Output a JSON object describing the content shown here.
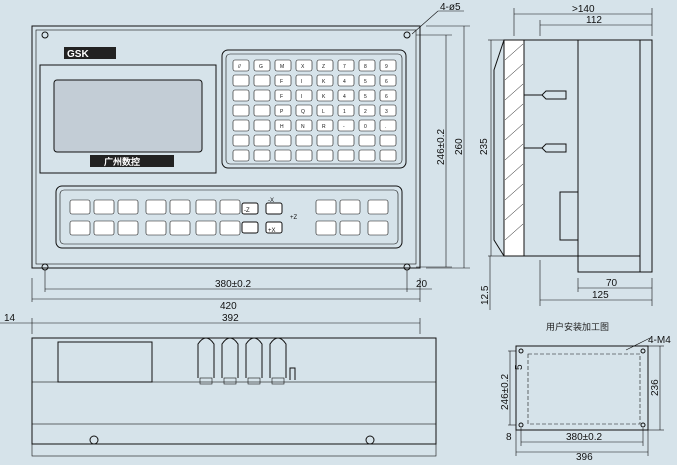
{
  "front_panel": {
    "logo": "GSK",
    "logo_sub": "GSK",
    "brand_cn": "广州数控",
    "hole_label": "4-ø5",
    "keypad_keys": [
      [
        "//",
        "G",
        "M",
        "X",
        "Z",
        "7",
        "8",
        "9"
      ],
      [
        "",
        "",
        "F",
        "I",
        "K",
        "4",
        "5",
        "6"
      ],
      [
        "",
        "",
        "F",
        "I",
        "K",
        "4",
        "5",
        "6"
      ],
      [
        "",
        "",
        "P",
        "Q",
        "L",
        "1",
        "2",
        "3"
      ],
      [
        "",
        "",
        "H",
        "N",
        "R",
        "-",
        "0",
        "."
      ],
      [
        "",
        "",
        "",
        "",
        "",
        "",
        "",
        ""
      ],
      [
        "",
        "",
        "",
        "",
        "",
        "",
        "",
        ""
      ]
    ],
    "axis_keys": [
      "-X",
      "-Z",
      "+Z",
      "+X"
    ],
    "dimensions": {
      "width_total": "420",
      "hole_span_x": "380±0.2",
      "height_inner": "246±0.2",
      "height_total": "260",
      "offset_20": "20"
    }
  },
  "side_view": {
    "dimensions": {
      "depth_total": ">140",
      "depth_112": "112",
      "height_235": "235",
      "bottom_70": "70",
      "bottom_125": "125",
      "left_12_5": "12.5"
    }
  },
  "bottom_view": {
    "dimensions": {
      "width_392": "392",
      "left_14": "14"
    }
  },
  "cutout": {
    "title": "用户安装加工图",
    "hole_label": "4-M4",
    "dimensions": {
      "height_246": "246±0.2",
      "height_236": "236",
      "top_5": "5",
      "left_8": "8",
      "span_380": "380±0.2",
      "width_396": "396"
    }
  }
}
